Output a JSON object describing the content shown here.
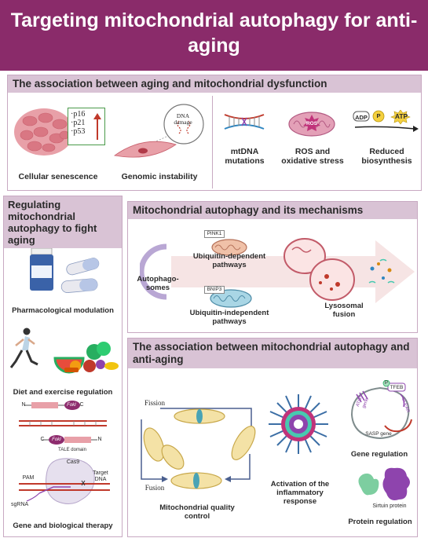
{
  "title": "Targeting mitochondrial autophagy for anti-aging",
  "panel1": {
    "heading": "The association between aging and mitochondrial dysfunction",
    "senescence_markers": [
      "·p16",
      "·p21",
      "·p53"
    ],
    "dna_damage_label": "DNA damage",
    "ros_badge": "ROS",
    "adp_label": "ADP",
    "p_label": "P",
    "atp_label": "ATP",
    "items": [
      "Cellular senescence",
      "Genomic instability",
      "mtDNA mutations",
      "ROS and oxidative stress",
      "Reduced biosynthesis"
    ]
  },
  "panel2": {
    "heading": "Regulating mitochondrial autophagy to fight aging",
    "pharma_label": "Pharmacological modulation",
    "diet_label": "Diet and exercise regulation",
    "foki_label_1": "FokI",
    "foki_label_2": "FokI",
    "n_label_1": "N",
    "c_label_1": "C",
    "n_label_2": "N",
    "c_label_2": "C",
    "tale_label": "TALE domain",
    "cas9_label": "Cas9",
    "pam_label": "PAM",
    "target_dna_label": "Target DNA",
    "sgrna_label": "sgRNA",
    "gene_therapy_label": "Gene and biological therapy"
  },
  "panel3": {
    "heading": "Mitochondrial autophagy and its mechanisms",
    "pink1_label": "PINK1",
    "bnip3_label": "BNIP3",
    "ubiquitin_dependent": "Ubiquitin-dependent pathways",
    "ubiquitin_independent": "Ubiquitin-independent pathways",
    "autophagosomes": "Autophago-somes",
    "lysosomal_fusion": "Lysosomal fusion"
  },
  "panel4": {
    "heading": "The association between mitochondrial autophagy and anti-aging",
    "fission_label": "Fission",
    "fusion_label": "Fusion",
    "quality_control": "Mitochondrial quality control",
    "inflammatory": "Activation of the inflammatory response",
    "atg5_label": "ATG5 gene",
    "tfeb_label": "TFEB",
    "p_label": "P",
    "clear_label": "CLEAR",
    "sasp_label": "SASP gene",
    "gene_regulation": "Gene regulation",
    "sirtuin_label": "Sirtuin protein",
    "protein_regulation": "Protein regulation"
  }
}
